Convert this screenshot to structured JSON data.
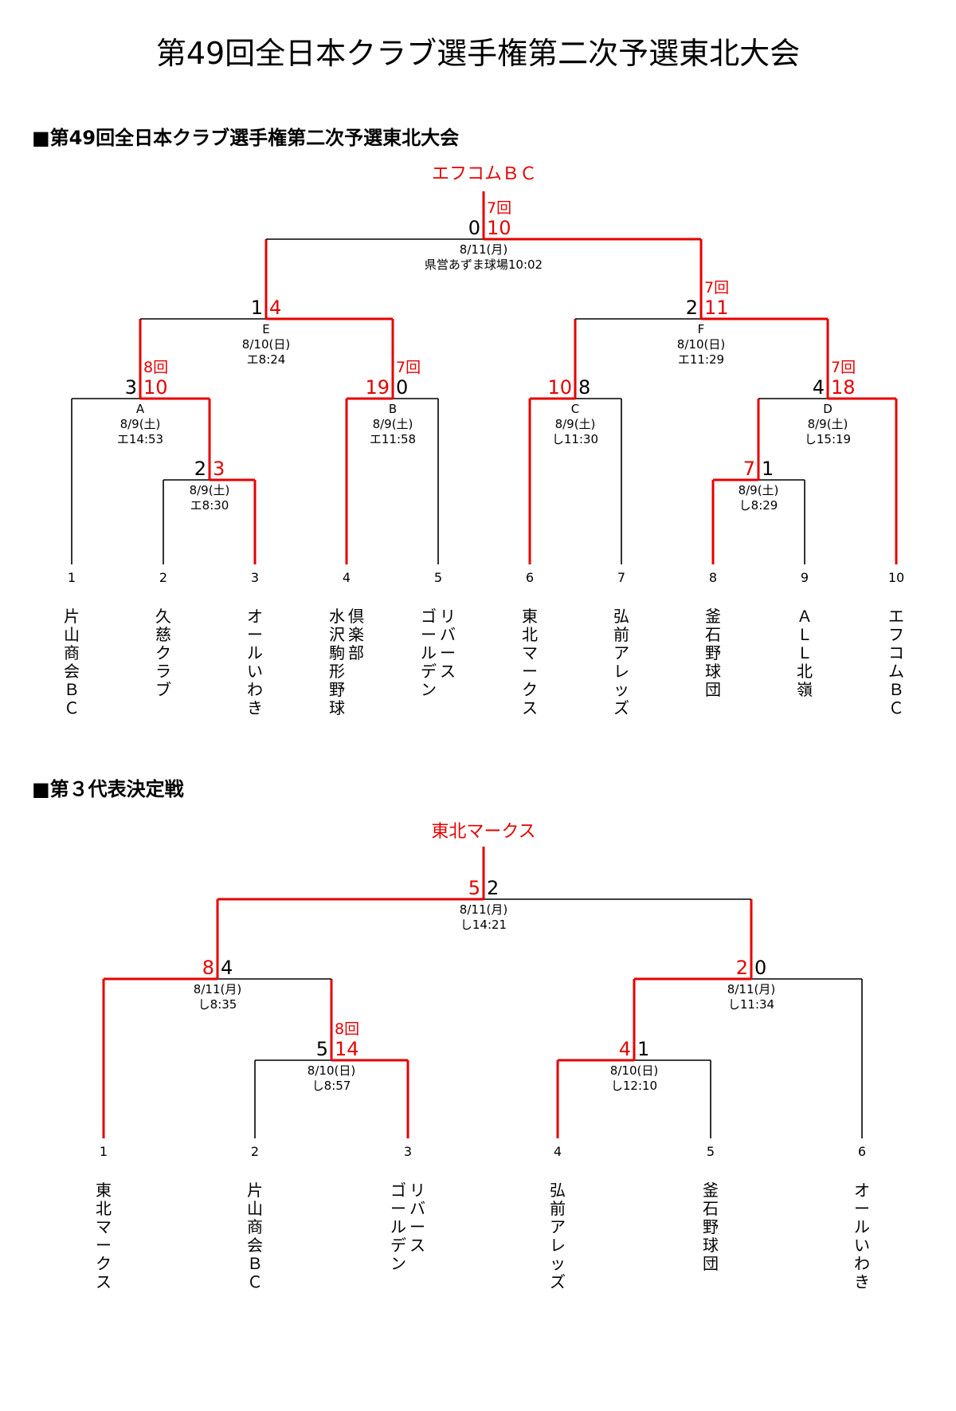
{
  "title": "第49回全日本クラブ選手権第二次予選東北大会",
  "colors": {
    "win": "#e60000",
    "normal": "#000000"
  },
  "section1": {
    "heading": "■第49回全日本クラブ選手権第二次予選東北大会",
    "winner": "エフコムＢＣ",
    "teams": [
      {
        "no": "1",
        "name": "片山商会ＢＣ"
      },
      {
        "no": "2",
        "name": "久慈クラブ"
      },
      {
        "no": "3",
        "name": "オールいわき"
      },
      {
        "no": "4",
        "name": "水沢駒形野球倶楽部"
      },
      {
        "no": "5",
        "name": "ゴールデンリバース"
      },
      {
        "no": "6",
        "name": "東北マークス"
      },
      {
        "no": "7",
        "name": "弘前アレッズ"
      },
      {
        "no": "8",
        "name": "釜石野球団"
      },
      {
        "no": "9",
        "name": "ＡＬＬ北嶺"
      },
      {
        "no": "10",
        "name": "エフコムＢＣ"
      }
    ],
    "matches": [
      {
        "id": "g23",
        "label": "",
        "date": "8/9(土)",
        "venue": "エ8:30",
        "left_score": "2",
        "right_score": "3",
        "winner": "right",
        "note": ""
      },
      {
        "id": "A",
        "label": "A",
        "date": "8/9(土)",
        "venue": "エ14:53",
        "left_score": "3",
        "right_score": "10",
        "winner": "right",
        "note": "8回"
      },
      {
        "id": "B",
        "label": "B",
        "date": "8/9(土)",
        "venue": "エ11:58",
        "left_score": "19",
        "right_score": "0",
        "winner": "left",
        "note": "7回"
      },
      {
        "id": "C",
        "label": "C",
        "date": "8/9(土)",
        "venue": "し11:30",
        "left_score": "10",
        "right_score": "8",
        "winner": "left",
        "note": ""
      },
      {
        "id": "g89",
        "label": "",
        "date": "8/9(土)",
        "venue": "し8:29",
        "left_score": "7",
        "right_score": "1",
        "winner": "left",
        "note": ""
      },
      {
        "id": "D",
        "label": "D",
        "date": "8/9(土)",
        "venue": "し15:19",
        "left_score": "4",
        "right_score": "18",
        "winner": "right",
        "note": "7回"
      },
      {
        "id": "E",
        "label": "E",
        "date": "8/10(日)",
        "venue": "エ8:24",
        "left_score": "1",
        "right_score": "4",
        "winner": "right",
        "note": ""
      },
      {
        "id": "F",
        "label": "F",
        "date": "8/10(日)",
        "venue": "エ11:29",
        "left_score": "2",
        "right_score": "11",
        "winner": "right",
        "note": "7回"
      },
      {
        "id": "final",
        "label": "",
        "date": "8/11(月)",
        "venue": "県営あずま球場10:02",
        "left_score": "0",
        "right_score": "10",
        "winner": "right",
        "note": "7回"
      }
    ]
  },
  "section2": {
    "heading": "■第３代表決定戦",
    "winner": "東北マークス",
    "teams": [
      {
        "no": "1",
        "name": "東北マークス"
      },
      {
        "no": "2",
        "name": "片山商会ＢＣ"
      },
      {
        "no": "3",
        "name": "ゴールデンリバース"
      },
      {
        "no": "4",
        "name": "弘前アレッズ"
      },
      {
        "no": "5",
        "name": "釜石野球団"
      },
      {
        "no": "6",
        "name": "オールいわき"
      }
    ],
    "matches": [
      {
        "id": "h23",
        "label": "",
        "date": "8/10(日)",
        "venue": "し8:57",
        "left_score": "5",
        "right_score": "14",
        "winner": "right",
        "note": "8回"
      },
      {
        "id": "h45",
        "label": "",
        "date": "8/10(日)",
        "venue": "し12:10",
        "left_score": "4",
        "right_score": "1",
        "winner": "left",
        "note": ""
      },
      {
        "id": "h1",
        "label": "",
        "date": "8/11(月)",
        "venue": "し8:35",
        "left_score": "8",
        "right_score": "4",
        "winner": "left",
        "note": ""
      },
      {
        "id": "h6",
        "label": "",
        "date": "8/11(月)",
        "venue": "し11:34",
        "left_score": "2",
        "right_score": "0",
        "winner": "left",
        "note": ""
      },
      {
        "id": "hfinal",
        "label": "",
        "date": "8/11(月)",
        "venue": "し14:21",
        "left_score": "5",
        "right_score": "2",
        "winner": "left",
        "note": ""
      }
    ]
  }
}
